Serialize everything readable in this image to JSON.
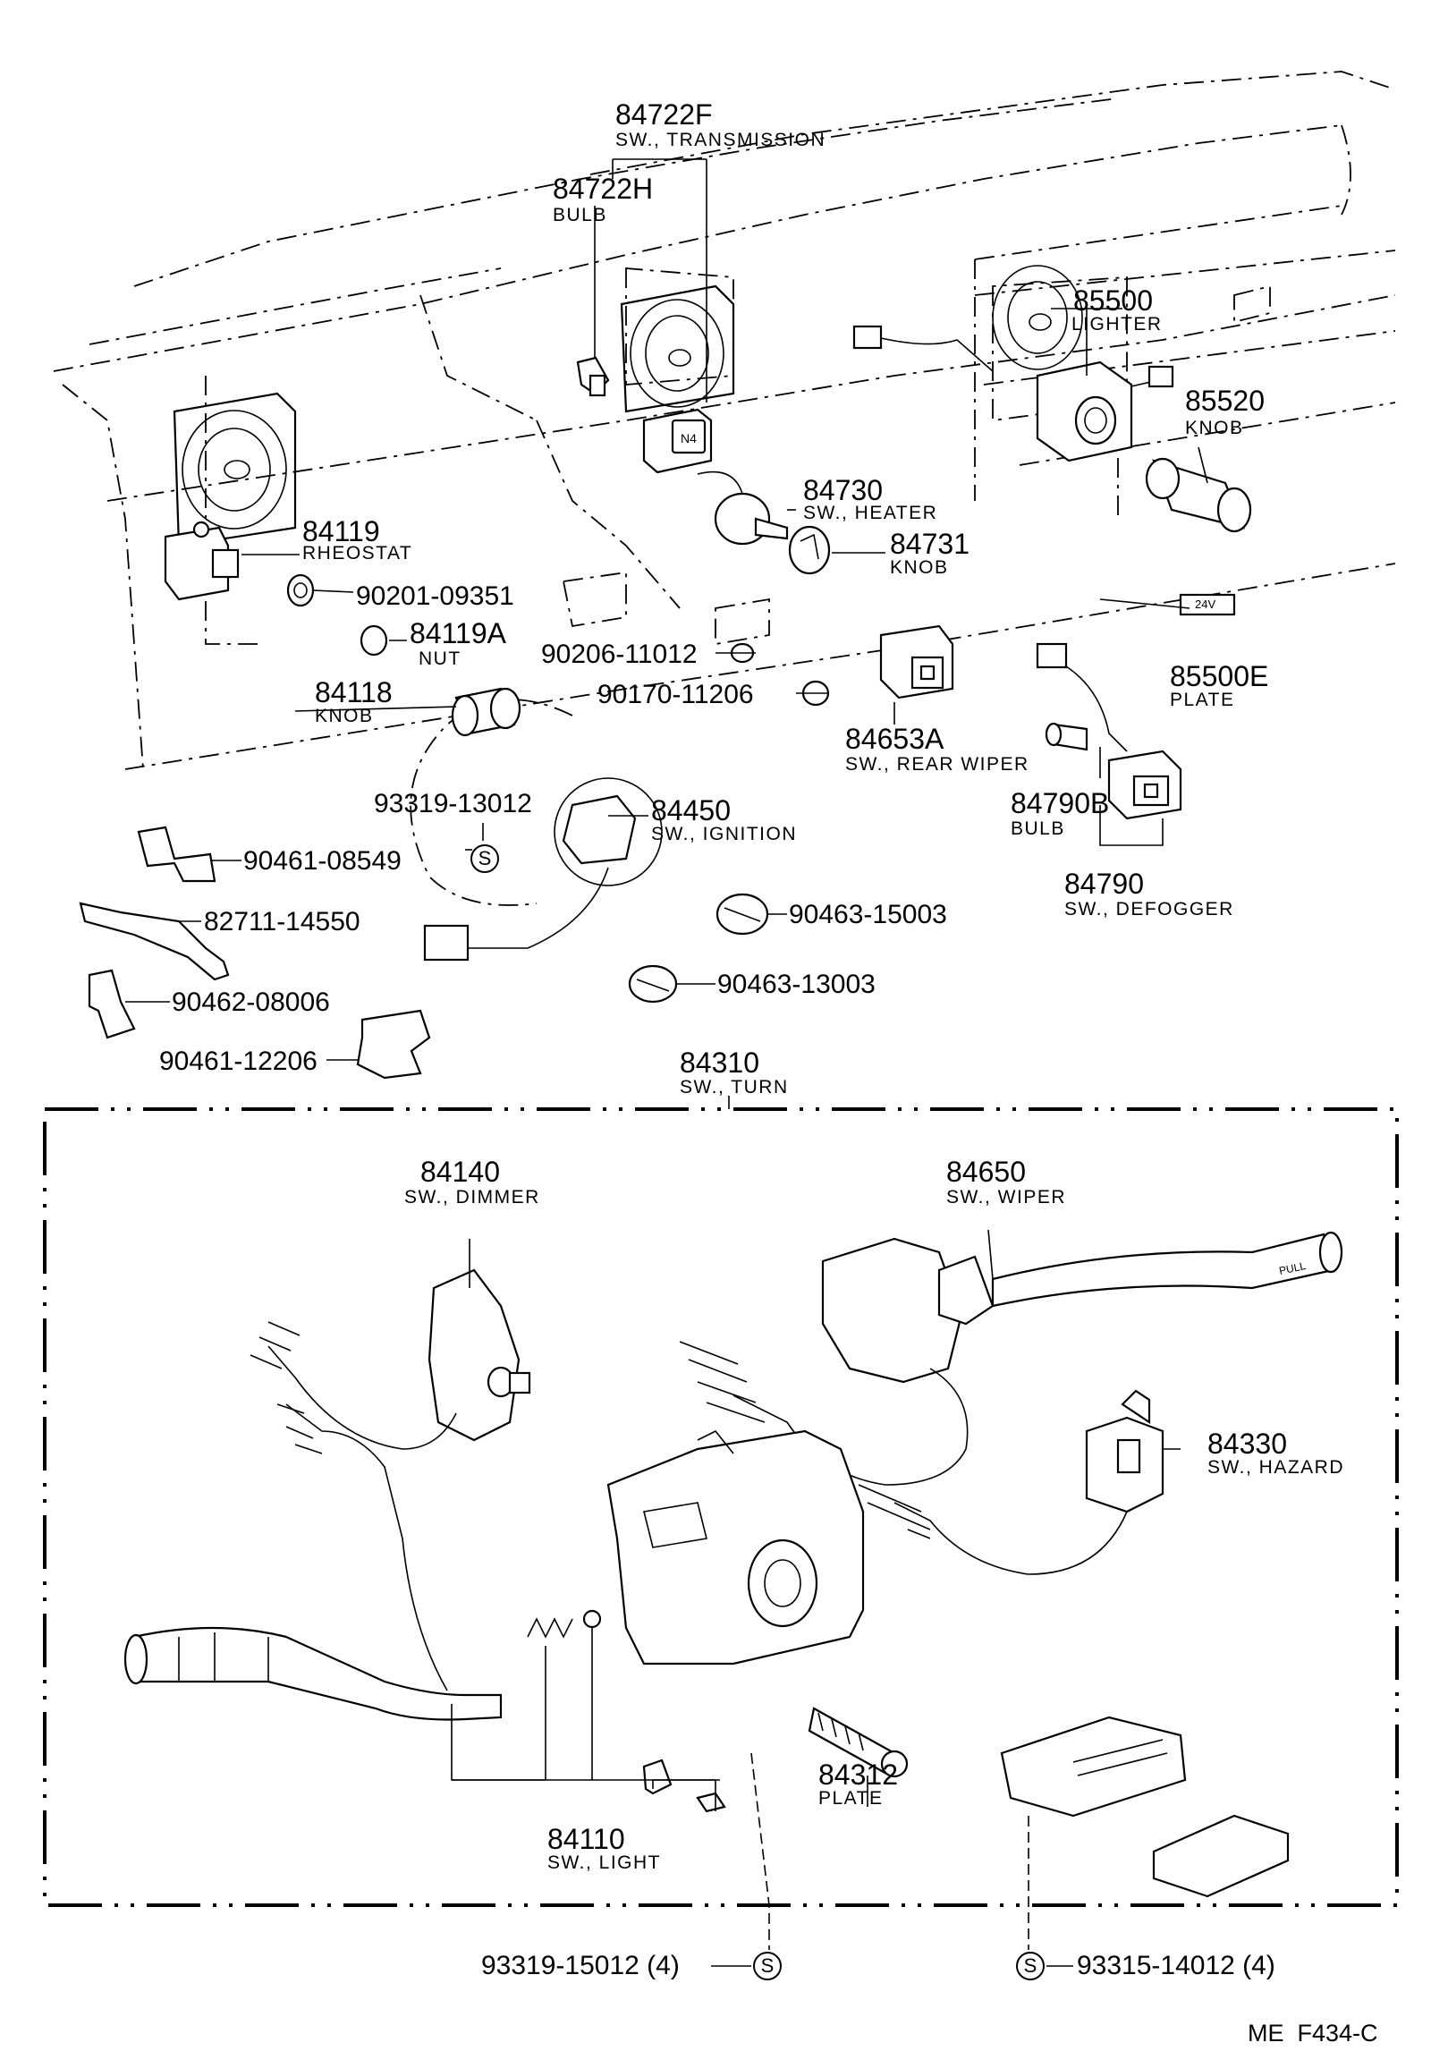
{
  "parts": {
    "p84722F": {
      "number": "84722F",
      "name": "SW., TRANSMISSION"
    },
    "p84722H": {
      "number": "84722H",
      "name": "BULB"
    },
    "p85500": {
      "number": "85500",
      "name": "LIGHTER"
    },
    "p85520": {
      "number": "85520",
      "name": "KNOB"
    },
    "p84730": {
      "number": "84730",
      "name": "SW., HEATER"
    },
    "p84731": {
      "number": "84731",
      "name": "KNOB"
    },
    "p84119": {
      "number": "84119",
      "name": "RHEOSTAT"
    },
    "p90201": {
      "number": "90201-09351"
    },
    "p84119A": {
      "number": "84119A",
      "name": "NUT"
    },
    "p84118": {
      "number": "84118",
      "name": "KNOB"
    },
    "p90206": {
      "number": "90206-11012"
    },
    "p90170": {
      "number": "90170-11206"
    },
    "p85500E": {
      "number": "85500E",
      "name": "PLATE",
      "plate_text": "24V"
    },
    "p84653A": {
      "number": "84653A",
      "name": "SW., REAR WIPER"
    },
    "p84790B": {
      "number": "84790B",
      "name": "BULB"
    },
    "p84790": {
      "number": "84790",
      "name": "SW., DEFOGGER"
    },
    "p93319_13012": {
      "number": "93319-13012"
    },
    "p84450": {
      "number": "84450",
      "name": "SW., IGNITION"
    },
    "p90461_08549": {
      "number": "90461-08549"
    },
    "p82711": {
      "number": "82711-14550"
    },
    "p90463_15003": {
      "number": "90463-15003"
    },
    "p90463_13003": {
      "number": "90463-13003"
    },
    "p90462": {
      "number": "90462-08006"
    },
    "p90461_12206": {
      "number": "90461-12206"
    },
    "p84310": {
      "number": "84310",
      "name": "SW., TURN"
    },
    "p84140": {
      "number": "84140",
      "name": "SW., DIMMER"
    },
    "p84650": {
      "number": "84650",
      "name": "SW., WIPER",
      "knob_text": "PULL"
    },
    "p84330": {
      "number": "84330",
      "name": "SW., HAZARD"
    },
    "p84312": {
      "number": "84312",
      "name": "PLATE"
    },
    "p84110": {
      "number": "84110",
      "name": "SW., LIGHT"
    },
    "p93319_15012": {
      "number": "93319-15012 (4)"
    },
    "p93315": {
      "number": "93315-14012 (4)"
    }
  },
  "screw_symbol": "S",
  "drawing_code": "ME  F434-C"
}
